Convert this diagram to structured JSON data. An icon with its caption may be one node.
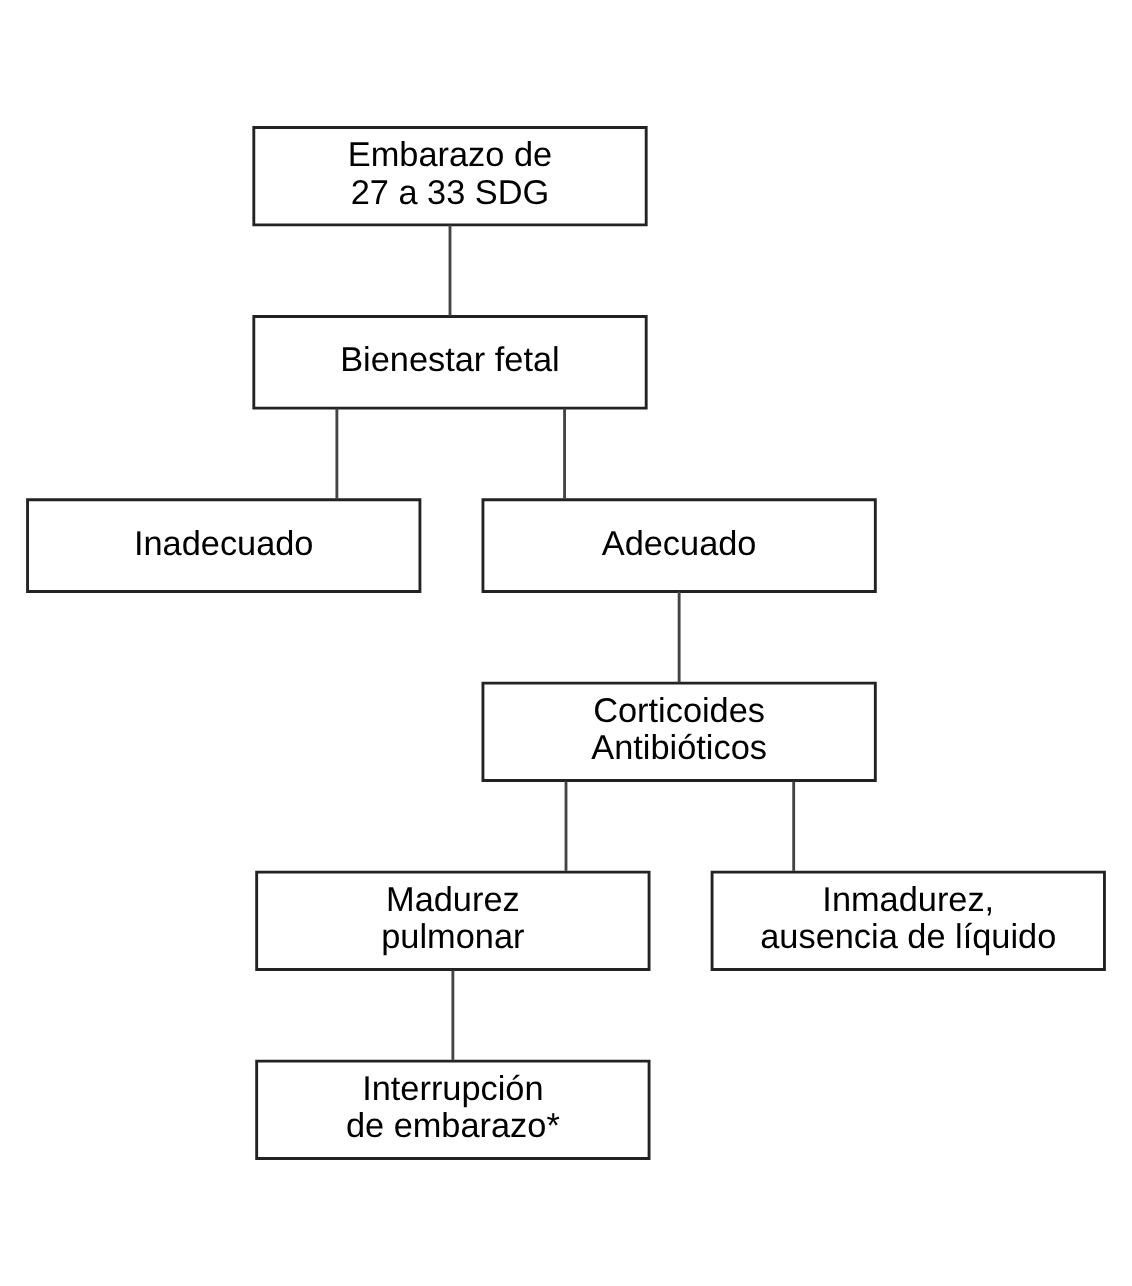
{
  "diagram": {
    "nodes": [
      {
        "text": [
          "Embarazo de 27 a 33 SDG"
        ]
      },
      {
        "text": [
          "Bienestar fetal"
        ]
      },
      {
        "text": [
          "Inadecuado"
        ]
      },
      {
        "text": [
          "Adecuado"
        ]
      },
      {
        "text": [
          "Corticoides Antibióticos"
        ]
      },
      {
        "text": [
          "Madurez pulmonar"
        ]
      },
      {
        "text": [
          "Inmadurez, ausencia de líquido"
        ]
      },
      {
        "text": [
          "Interrupción de embarazo*"
        ]
      }
    ],
    "edges": [
      {
        "from": 0,
        "to": 1,
        "arrow": "none"
      },
      {
        "from": 1,
        "to": 2,
        "arrow": "none"
      },
      {
        "from": 1,
        "to": 3,
        "arrow": "none"
      },
      {
        "from": 3,
        "to": 4,
        "arrow": "none"
      },
      {
        "from": 4,
        "to": 5,
        "arrow": "none"
      },
      {
        "from": 4,
        "to": 6,
        "arrow": "none"
      },
      {
        "from": 5,
        "to": 7,
        "arrow": "none"
      }
    ]
  }
}
